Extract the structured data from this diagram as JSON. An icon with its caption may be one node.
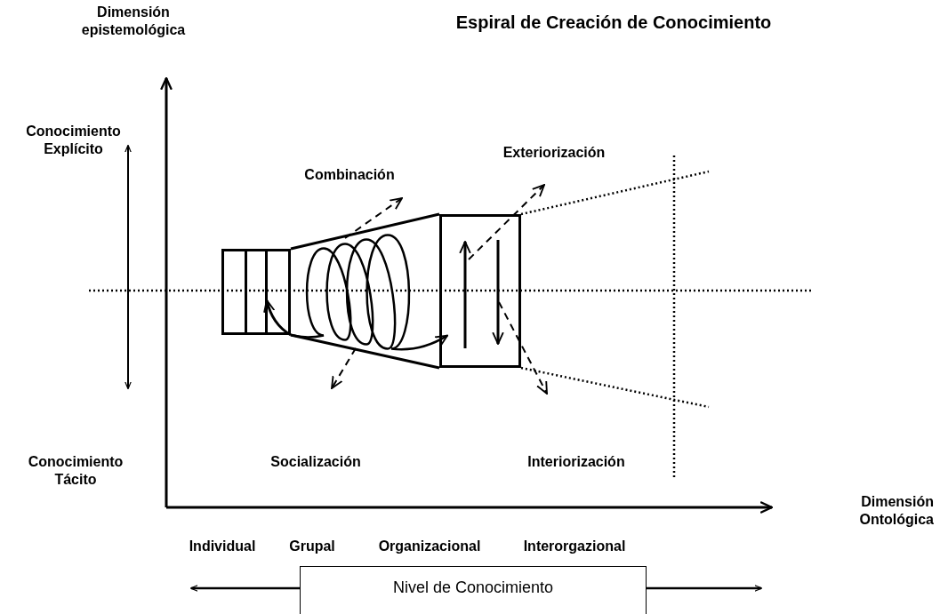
{
  "diagram": {
    "title": "Espiral de Creación de Conocimiento",
    "nodes": [
      {
        "text": [
          "Nivel de Conocimiento"
        ]
      },
      {
        "text": [],
        "shape": "box"
      },
      {
        "text": [],
        "shape": "box"
      }
    ],
    "edges": [
      {
        "from": 0,
        "to": null,
        "arrow": "to"
      },
      {
        "from": 0,
        "to": null,
        "arrow": "to"
      },
      {
        "from": 1,
        "to": 2,
        "arrow": "to"
      },
      {
        "from": 1,
        "to": 2,
        "arrow": "none"
      },
      {
        "from": 1,
        "to": 2,
        "arrow": "none"
      }
    ],
    "labels": [
      "Dimensión epistemológica",
      "Conocimiento Explícito",
      "Combinación",
      "Exteriorización",
      "Conocimiento Tácito",
      "Socialización",
      "Interiorización",
      "Dimensión Ontológica",
      "Individual",
      "Grupal",
      "Organizacional",
      "Interorgazional"
    ]
  }
}
